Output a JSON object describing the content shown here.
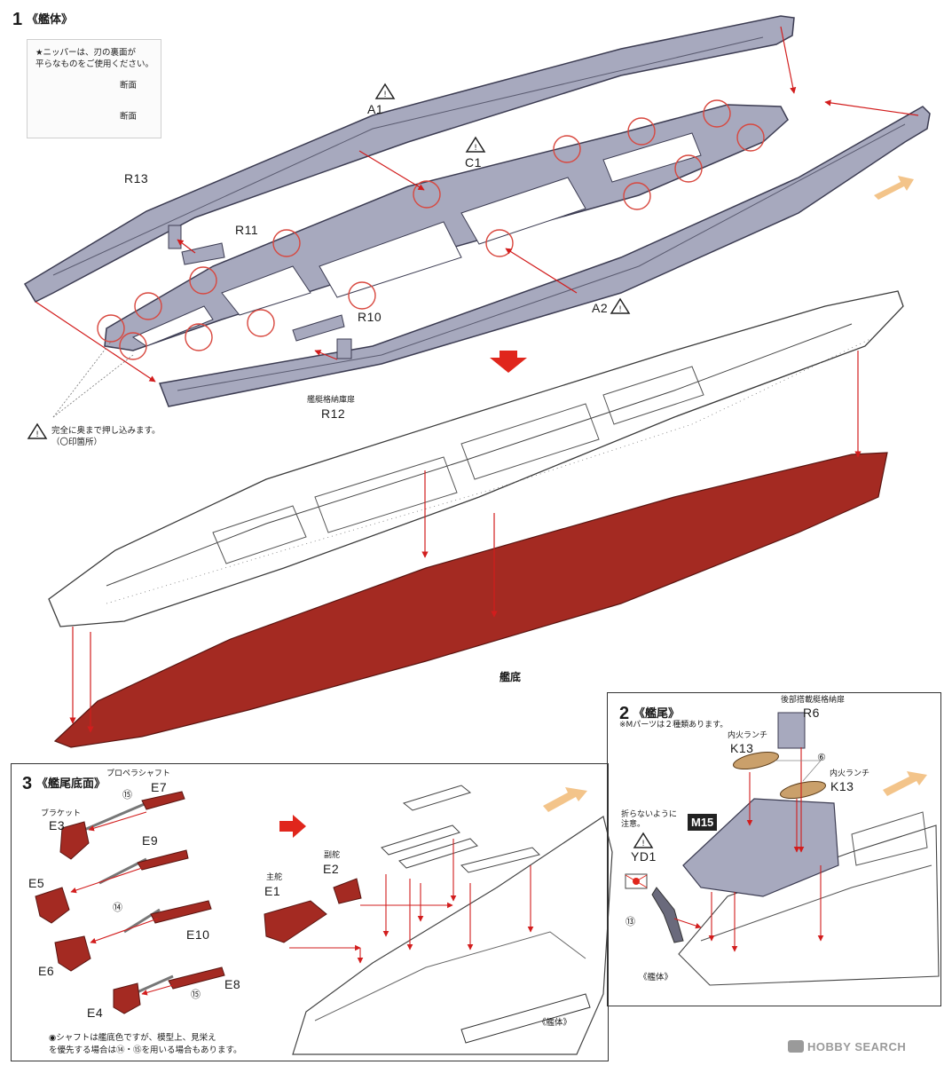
{
  "step1": {
    "number": "1",
    "title": "《艦体》",
    "nipper_note_line1": "★ニッパーは、刃の裏面が",
    "nipper_note_line2": "平らなものをご使用ください。",
    "ok_label": "断面",
    "ng_label": "断面",
    "parts": {
      "a1": "A1",
      "c1": "C1",
      "a2": "A2",
      "r13": "R13",
      "r11": "R11",
      "r10": "R10",
      "r12": "R12",
      "r12_caption": "艦艇格納庫扉"
    },
    "push_note_line1": "完全に奥まで押し込みます。",
    "push_note_line2": "（〇印箇所）",
    "hull_bottom_label": "艦底"
  },
  "step2": {
    "number": "2",
    "title": "《艦尾》",
    "note": "※Mパーツは２種類あります。",
    "r6_caption": "後部搭載艇格納扉",
    "r6": "R6",
    "k13a_caption": "内火ランチ",
    "k13a": "K13",
    "k13b_caption": "内火ランチ",
    "k13b": "K13",
    "circle6": "⑥",
    "m15": "M15",
    "yd1_caption_line1": "折らないように",
    "yd1_caption_line2": "注意。",
    "yd1": "YD1",
    "circle13": "⑬",
    "hull_label": "《艦体》"
  },
  "step3": {
    "number": "3",
    "title": "《艦尾底面》",
    "shaft_caption": "プロペラシャフト",
    "bracket_caption": "ブラケット",
    "e7": "E7",
    "e3": "E3",
    "e9": "E9",
    "e5": "E5",
    "e10": "E10",
    "e6": "E6",
    "e8": "E8",
    "e4": "E4",
    "c15a": "⑮",
    "c14": "⑭",
    "c15b": "⑮",
    "rudder_main_caption": "主舵",
    "e1": "E1",
    "rudder_sub_caption": "副舵",
    "e2": "E2",
    "hull_label": "《艦体》",
    "shaft_note_line1": "◉シャフトは艦底色ですが、模型上、見栄え",
    "shaft_note_line2": "を優先する場合は⑭・⑮を用いる場合もあります。"
  },
  "watermark": "HOBBY SEARCH",
  "colors": {
    "deck_grey": "#a7a9be",
    "hull_red": "#a42a22",
    "red_accent": "#e0261c",
    "arrow_orange": "#f3c48a"
  }
}
